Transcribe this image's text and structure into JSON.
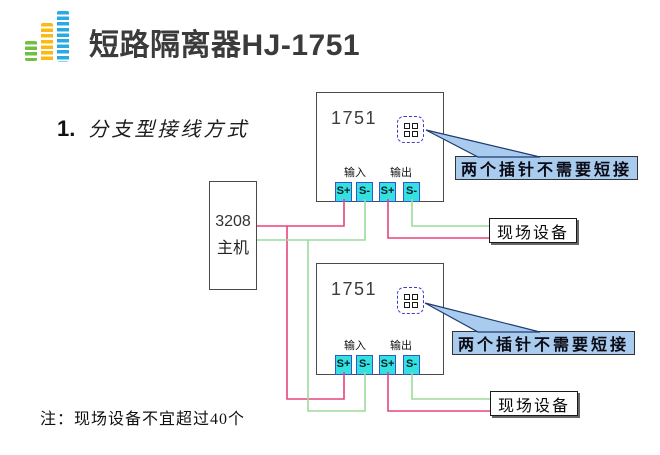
{
  "slide": {
    "title": "短路隔离器HJ-1751",
    "section_number": "1.",
    "section_title": "分支型接线方式",
    "footnote": "注：现场设备不宜超过40个"
  },
  "logo": {
    "bar_colors": [
      "#72BF44",
      "#FDB913",
      "#29ABE2"
    ]
  },
  "host": {
    "model": "3208",
    "name": "主机"
  },
  "isolators": [
    {
      "model": "1751",
      "input_label": "输入",
      "output_label": "输出",
      "terminals": [
        "S+",
        "S-",
        "S+",
        "S-"
      ],
      "callout": "两个插针不需要短接"
    },
    {
      "model": "1751",
      "input_label": "输入",
      "output_label": "输出",
      "terminals": [
        "S+",
        "S-",
        "S+",
        "S-"
      ],
      "callout": "两个插针不需要短接"
    }
  ],
  "field_devices": [
    {
      "label": "现场设备"
    },
    {
      "label": "现场设备"
    }
  ],
  "colors": {
    "wire_positive": "#E8437C",
    "wire_negative": "#9BDB9B",
    "terminal_fill": "#35E0E0",
    "terminal_border": "#3355CC",
    "callout_fill": "#A9CCEE",
    "callout_arrow_outline": "#1F3B73",
    "pin_outline": "#3A3ACC"
  }
}
